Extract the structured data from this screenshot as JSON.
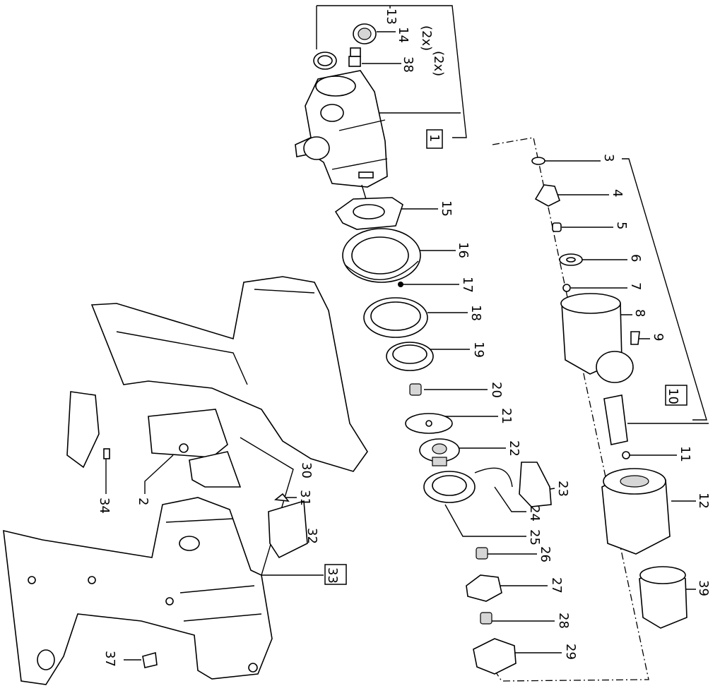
{
  "labels": {
    "p1": "1",
    "p2": "2",
    "p3": "3",
    "p4": "4",
    "p5": "5",
    "p6": "6",
    "p7": "7",
    "p8": "8",
    "p9": "9",
    "p10": "10",
    "p11": "11",
    "p12": "12",
    "p13": "13",
    "p14": "14",
    "p15": "15",
    "p16": "16",
    "p17": "17",
    "p18": "18",
    "p19": "19",
    "p20": "20",
    "p21": "21",
    "p22": "22",
    "p23": "23",
    "p24": "24",
    "p25": "25",
    "p26": "26",
    "p27": "27",
    "p28": "28",
    "p29": "29",
    "p30": "30",
    "p31": "31",
    "p32": "32",
    "p33": "33",
    "p34": "34",
    "p37": "37",
    "p38": "38",
    "p39": "39",
    "qty14": "(2x)",
    "qty38": "(2x)"
  }
}
